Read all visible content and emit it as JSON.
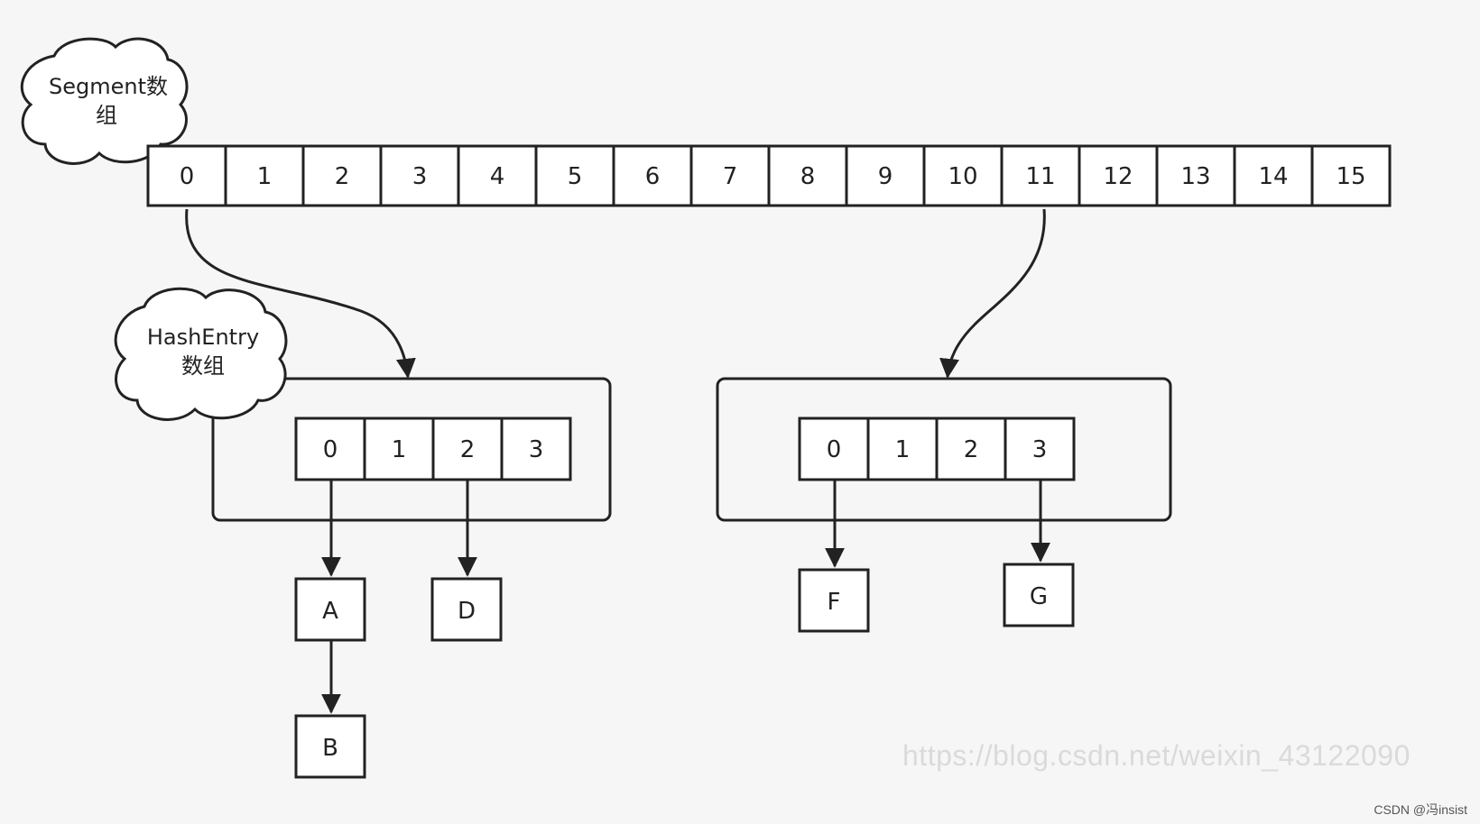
{
  "segment": {
    "cloud_label_line1": "Segment数",
    "cloud_label_line2": "组",
    "cells": [
      "0",
      "1",
      "2",
      "3",
      "4",
      "5",
      "6",
      "7",
      "8",
      "9",
      "10",
      "11",
      "12",
      "13",
      "14",
      "15"
    ]
  },
  "hashentry": {
    "cloud_label_line1": "HashEntry",
    "cloud_label_line2": "数组"
  },
  "left_table": {
    "cells": [
      "0",
      "1",
      "2",
      "3"
    ]
  },
  "right_table": {
    "cells": [
      "0",
      "1",
      "2",
      "3"
    ]
  },
  "nodes": {
    "A": "A",
    "B": "B",
    "D": "D",
    "F": "F",
    "G": "G"
  },
  "watermark": "https://blog.csdn.net/weixin_43122090",
  "footer": "CSDN @冯insist"
}
